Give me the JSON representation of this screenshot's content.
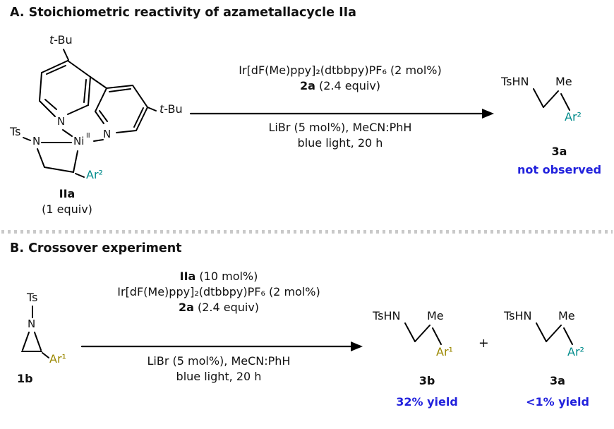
{
  "figure": {
    "panel_a": {
      "title": "A. Stoichiometric reactivity of azametallacycle IIa",
      "complex": {
        "tbu_italic": "t",
        "tbu_rest": "-Bu",
        "ts": "Ts",
        "nitrogen": "N",
        "nickel": "Ni",
        "nickel_oxidation": "II",
        "aryl2": "Ar²",
        "name": "IIa",
        "stoichiometry": "(1 equiv)"
      },
      "conditions": {
        "photocatalyst": "Ir[dF(Me)ppy]₂(dtbbpy)PF₆ (2 mol%)",
        "reagent_bold": "2a",
        "reagent_rest": " (2.4 equiv)",
        "additives": "LiBr (5 mol%), MeCN:PhH",
        "light": "blue light, 20 h"
      },
      "product": {
        "amine": "TsHN",
        "methyl": "Me",
        "aryl": "Ar²",
        "name": "3a",
        "outcome": "not observed"
      }
    },
    "panel_b": {
      "title": "B. Crossover experiment",
      "substrate": {
        "ts": "Ts",
        "nitrogen": "N",
        "aryl": "Ar¹",
        "name": "1b"
      },
      "conditions": {
        "catalyst_bold": "IIa",
        "catalyst_rest": " (10 mol%)",
        "photocatalyst": "Ir[dF(Me)ppy]₂(dtbbpy)PF₆ (2 mol%)",
        "reagent_bold": "2a",
        "reagent_rest": " (2.4 equiv)",
        "additives": "LiBr (5 mol%), MeCN:PhH",
        "light": "blue light, 20 h"
      },
      "product_1": {
        "amine": "TsHN",
        "methyl": "Me",
        "aryl": "Ar¹",
        "name": "3b",
        "yield": "32% yield"
      },
      "plus": "+",
      "product_2": {
        "amine": "TsHN",
        "methyl": "Me",
        "aryl": "Ar²",
        "name": "3a",
        "yield": "<1% yield"
      }
    },
    "colors": {
      "aryl1": "#9a8700",
      "aryl2": "#008b8b",
      "result_blue": "#2222dd"
    }
  }
}
